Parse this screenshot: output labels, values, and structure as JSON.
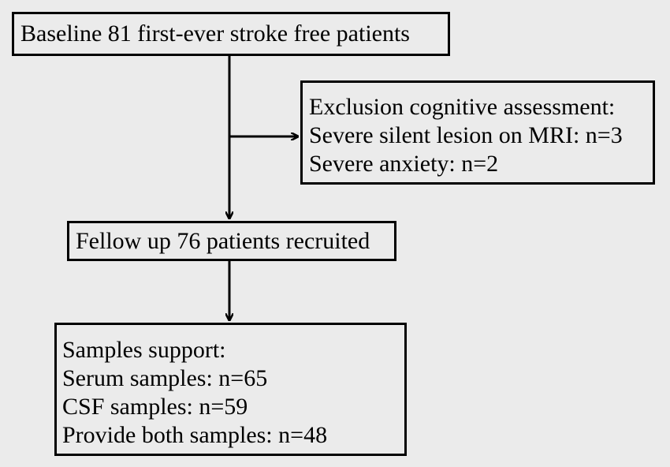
{
  "nodes": {
    "baseline": {
      "lines": [
        "Baseline 81 first-ever  stroke free patients"
      ]
    },
    "exclusion": {
      "lines": [
        "Exclusion cognitive assessment:",
        "Severe silent lesion on MRI: n=3",
        "Severe anxiety: n=2"
      ]
    },
    "followup": {
      "lines": [
        "Fellow up 76 patients recruited"
      ]
    },
    "samples": {
      "lines": [
        "Samples support:",
        "Serum samples: n=65",
        "CSF samples: n=59",
        "Provide both samples: n=48"
      ]
    }
  },
  "edges": [
    {
      "from": "baseline",
      "to": "followup"
    },
    {
      "from": "baseline",
      "to": "exclusion"
    },
    {
      "from": "followup",
      "to": "samples"
    }
  ],
  "colors": {
    "background": "#ebebeb",
    "stroke": "#000000"
  }
}
